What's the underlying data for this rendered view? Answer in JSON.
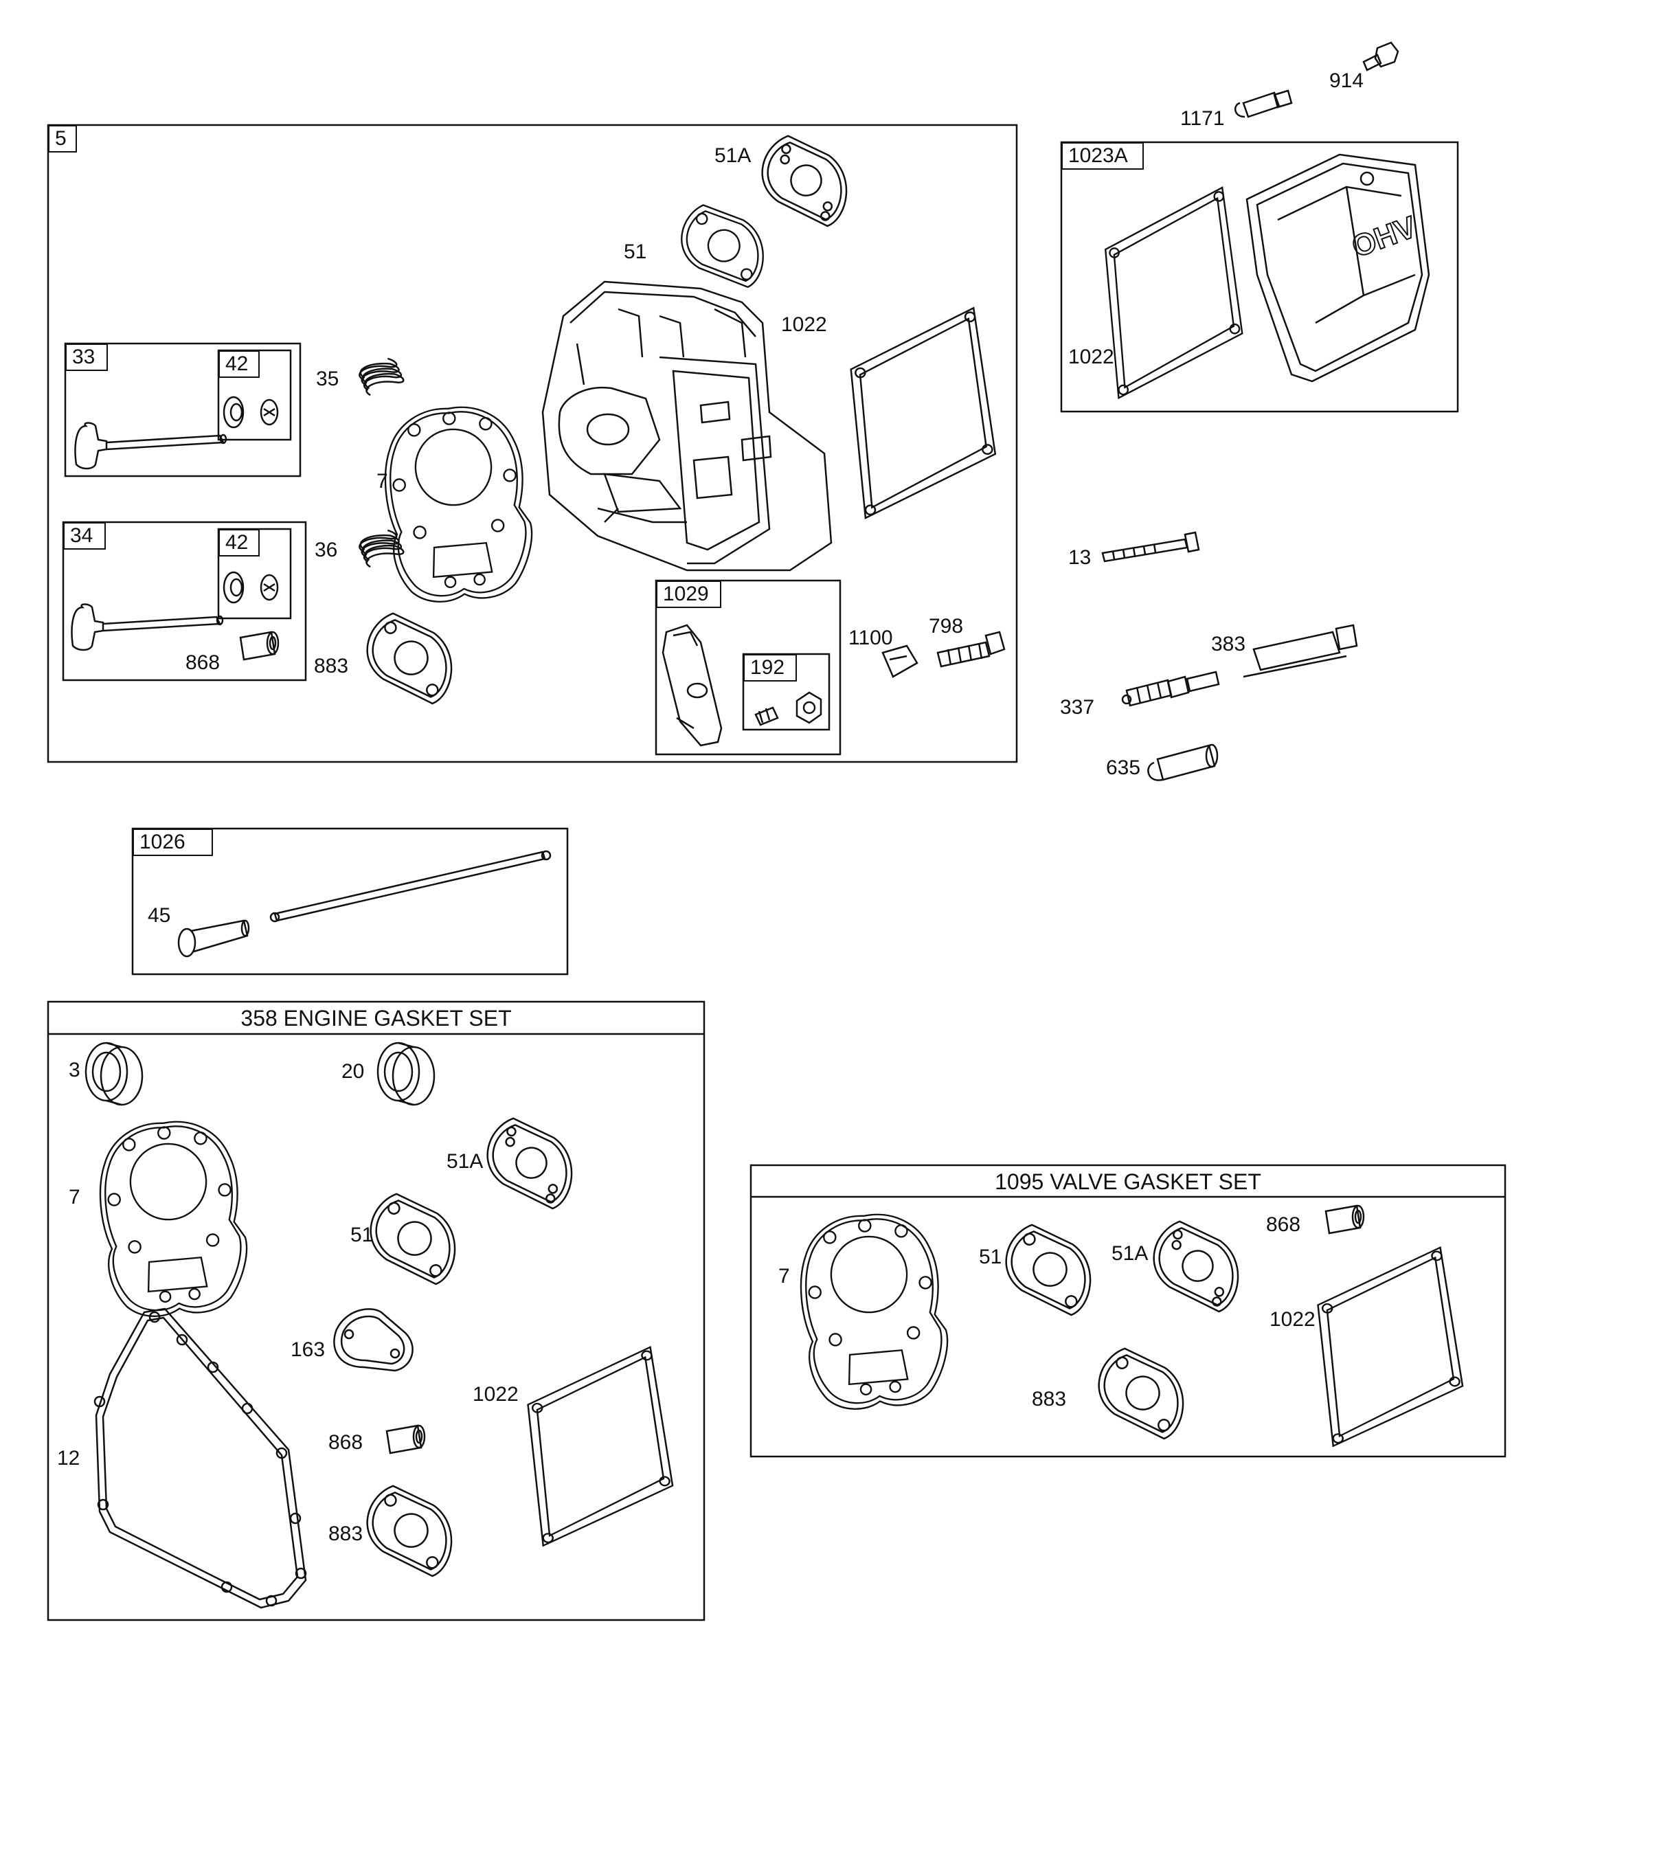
{
  "panels": {
    "p5": "5",
    "p33": "33",
    "p42a": "42",
    "p34": "34",
    "p42b": "42",
    "p1029": "1029",
    "p192": "192",
    "p1023a": "1023A",
    "p1026": "1026"
  },
  "sets": {
    "engine_gasket_set": "358 ENGINE GASKET SET",
    "valve_gasket_set": "1095 VALVE GASKET SET"
  },
  "labels": {
    "l914": "914",
    "l1171": "1171",
    "l51a_top": "51A",
    "l51_top": "51",
    "l1022_head": "1022",
    "l35": "35",
    "l7_head": "7",
    "l36": "36",
    "l883_head": "883",
    "l868_head": "868",
    "l1100": "1100",
    "l798": "798",
    "l1022_cover": "1022",
    "l13": "13",
    "l383": "383",
    "l337": "337",
    "l635": "635",
    "l45": "45",
    "e3": "3",
    "e20": "20",
    "e51a": "51A",
    "e7": "7",
    "e51": "51",
    "e163": "163",
    "e1022": "1022",
    "e12": "12",
    "e868": "868",
    "e883": "883",
    "v7": "7",
    "v51": "51",
    "v51a": "51A",
    "v868": "868",
    "v1022": "1022",
    "v883": "883"
  },
  "cover_text": "OHV"
}
